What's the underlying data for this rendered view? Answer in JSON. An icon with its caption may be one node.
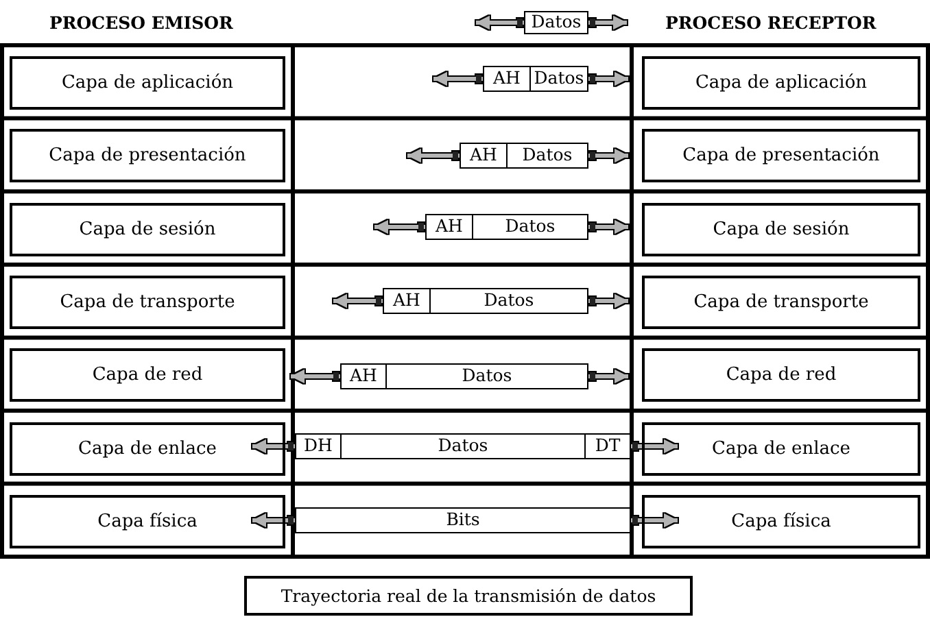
{
  "diagram": {
    "nodes": [
      {
        "text": [
          "Datos"
        ]
      },
      {
        "text": [
          "Capa de aplicación"
        ]
      },
      {
        "text": [
          "AH",
          "Datos"
        ]
      },
      {
        "text": [
          "Capa de aplicación"
        ]
      },
      {
        "text": [
          "Capa de presentación"
        ]
      },
      {
        "text": [
          "AH",
          "Datos"
        ]
      },
      {
        "text": [
          "Capa de presentación"
        ]
      },
      {
        "text": [
          "Capa de sesión"
        ]
      },
      {
        "text": [
          "AH",
          "Datos"
        ]
      },
      {
        "text": [
          "Capa de sesión"
        ]
      },
      {
        "text": [
          "Capa de transporte"
        ]
      },
      {
        "text": [
          "AH",
          "Datos"
        ]
      },
      {
        "text": [
          "Capa de transporte"
        ]
      },
      {
        "text": [
          "Capa de red"
        ]
      },
      {
        "text": [
          "AH",
          "Datos"
        ]
      },
      {
        "text": [
          "Capa de red"
        ]
      },
      {
        "text": [
          "Capa de enlace"
        ]
      },
      {
        "text": [
          "DH",
          "Datos",
          "DT"
        ]
      },
      {
        "text": [
          "Capa de enlace"
        ]
      },
      {
        "text": [
          "Capa física"
        ]
      },
      {
        "text": [
          "Bits"
        ]
      },
      {
        "text": [
          "Capa física"
        ]
      },
      {
        "text": [
          "Trayectoria real de la transmisión de datos"
        ]
      }
    ],
    "edges": [
      {
        "from": 0,
        "to": null,
        "arrow": "to"
      },
      {
        "from": 0,
        "to": null,
        "arrow": "to"
      },
      {
        "from": 2,
        "to": null,
        "arrow": "to"
      },
      {
        "from": 2,
        "to": 3,
        "arrow": "to"
      },
      {
        "from": 5,
        "to": null,
        "arrow": "to"
      },
      {
        "from": 5,
        "to": 6,
        "arrow": "to"
      },
      {
        "from": 8,
        "to": null,
        "arrow": "to"
      },
      {
        "from": 8,
        "to": 9,
        "arrow": "to"
      },
      {
        "from": 11,
        "to": null,
        "arrow": "to"
      },
      {
        "from": 11,
        "to": 12,
        "arrow": "to"
      },
      {
        "from": 14,
        "to": 13,
        "arrow": "to"
      },
      {
        "from": 14,
        "to": 15,
        "arrow": "to"
      },
      {
        "from": 17,
        "to": 16,
        "arrow": "to"
      },
      {
        "from": 17,
        "to": 18,
        "arrow": "to"
      },
      {
        "from": 20,
        "to": 19,
        "arrow": "to"
      },
      {
        "from": 20,
        "to": 21,
        "arrow": "to"
      }
    ],
    "labels": [
      "PROCESO EMISOR",
      "PROCESO RECEPTOR"
    ]
  }
}
